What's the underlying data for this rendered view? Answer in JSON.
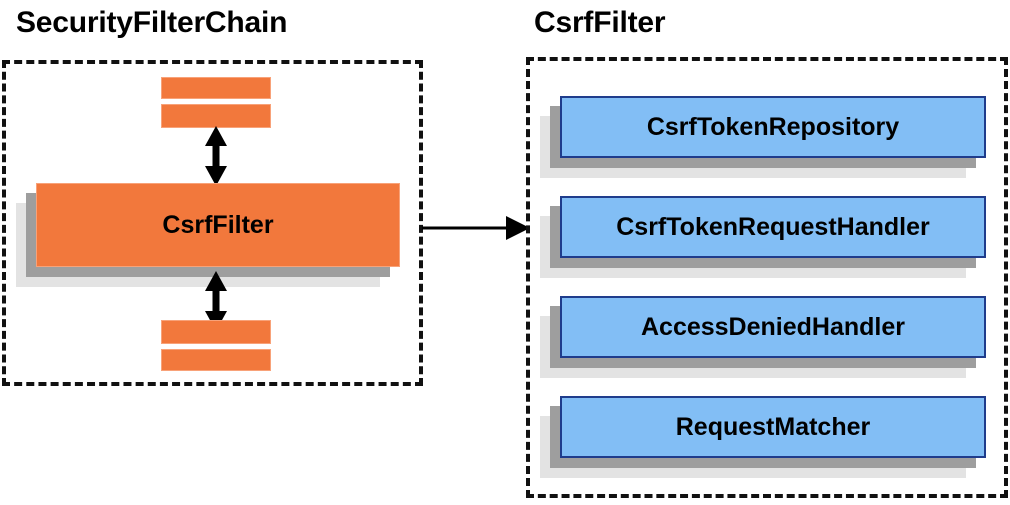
{
  "diagram": {
    "type": "architecture-block-diagram",
    "background_color": "#ffffff",
    "palette": {
      "orange_fill": "#f2783c",
      "orange_border": "#f8a279",
      "blue_fill": "#82bef5",
      "blue_border": "#1f3c8c",
      "shadow_near": "#9e9e9e",
      "shadow_far": "#e3e3e3",
      "stroke": "#111111",
      "text": "#000000"
    }
  },
  "left_panel": {
    "title": "SecurityFilterChain",
    "main_node": {
      "label": "CsrfFilter"
    },
    "stub_bars": [
      {
        "position": "top-upper"
      },
      {
        "position": "top-lower"
      },
      {
        "position": "bottom-upper"
      },
      {
        "position": "bottom-lower"
      }
    ],
    "arrows": [
      {
        "name": "arrow-up-down-above-csrffilter",
        "direction": "bidirectional-vertical"
      },
      {
        "name": "arrow-up-down-below-csrffilter",
        "direction": "bidirectional-vertical"
      }
    ]
  },
  "connector": {
    "name": "arrow-left-panel-to-right-panel",
    "direction": "right"
  },
  "right_panel": {
    "title": "CsrfFilter",
    "nodes": [
      {
        "label": "CsrfTokenRepository"
      },
      {
        "label": "CsrfTokenRequestHandler"
      },
      {
        "label": "AccessDeniedHandler"
      },
      {
        "label": "RequestMatcher"
      }
    ]
  }
}
